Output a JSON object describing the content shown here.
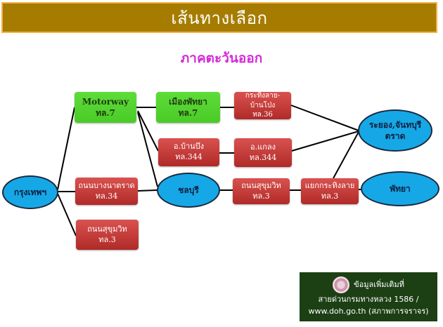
{
  "header": {
    "title": "เส้นทางเลือก"
  },
  "subtitle": "ภาคตะวันออก",
  "colors": {
    "header_bg": "#A67C00",
    "header_border": "#F5B04A",
    "subtitle": "#D42BD6",
    "green_node": "#4ACB26",
    "red_node": "#C03A38",
    "ellipse_node": "#16A8E6",
    "info_bg": "#1C3F14"
  },
  "nodes": {
    "bangkok": {
      "label": "กรุงเทพฯ"
    },
    "motorway": {
      "line1": "Motorway",
      "line2": "ทล.7"
    },
    "mueang_pattaya": {
      "line1": "เมืองพัทยา",
      "line2": "ทล.7"
    },
    "krathing_ban_pong": {
      "line1": "กระทิงลาย-บ้านโป่ง",
      "line2": "ทล.36"
    },
    "rayong": {
      "line1": "ระยอง,จันทบุรี",
      "line2": "ตราด"
    },
    "ban_bueng": {
      "line1": "อ.บ้านบึง",
      "line2": "ทล.344"
    },
    "klaeng": {
      "line1": "อ.แกลง",
      "line2": "ทล.344"
    },
    "bang_na_trat": {
      "line1": "ถนนบางนาตราด",
      "line2": "ทล.34"
    },
    "chonburi": {
      "label": "ชลบุรี"
    },
    "sukhumvit_mid": {
      "line1": "ถนนสุขุมวิท",
      "line2": "ทล.3"
    },
    "yaek_krathing": {
      "line1": "แยกกระทิงลาย",
      "line2": "ทล.3"
    },
    "pattaya": {
      "label": "พัทยา"
    },
    "sukhumvit_bottom": {
      "line1": "ถนนสุขุมวิท",
      "line2": "ทล.3"
    }
  },
  "edges": [
    [
      "bangkok",
      "motorway"
    ],
    [
      "bangkok",
      "bang_na_trat"
    ],
    [
      "bangkok",
      "sukhumvit_bottom"
    ],
    [
      "motorway",
      "mueang_pattaya"
    ],
    [
      "motorway",
      "ban_bueng"
    ],
    [
      "motorway",
      "chonburi"
    ],
    [
      "mueang_pattaya",
      "krathing_ban_pong"
    ],
    [
      "krathing_ban_pong",
      "rayong"
    ],
    [
      "ban_bueng",
      "klaeng"
    ],
    [
      "klaeng",
      "rayong"
    ],
    [
      "bang_na_trat",
      "chonburi"
    ],
    [
      "chonburi",
      "sukhumvit_mid"
    ],
    [
      "sukhumvit_mid",
      "yaek_krathing"
    ],
    [
      "yaek_krathing",
      "rayong"
    ],
    [
      "yaek_krathing",
      "pattaya"
    ]
  ],
  "info": {
    "icon": "department-of-highways-seal-icon",
    "line1": "ข้อมูลเพิ่มเติมที่",
    "line2": "สายด่วนกรมทางหลวง 1586 /",
    "line3": "www.doh.go.th (สภาพการจราจร)"
  }
}
